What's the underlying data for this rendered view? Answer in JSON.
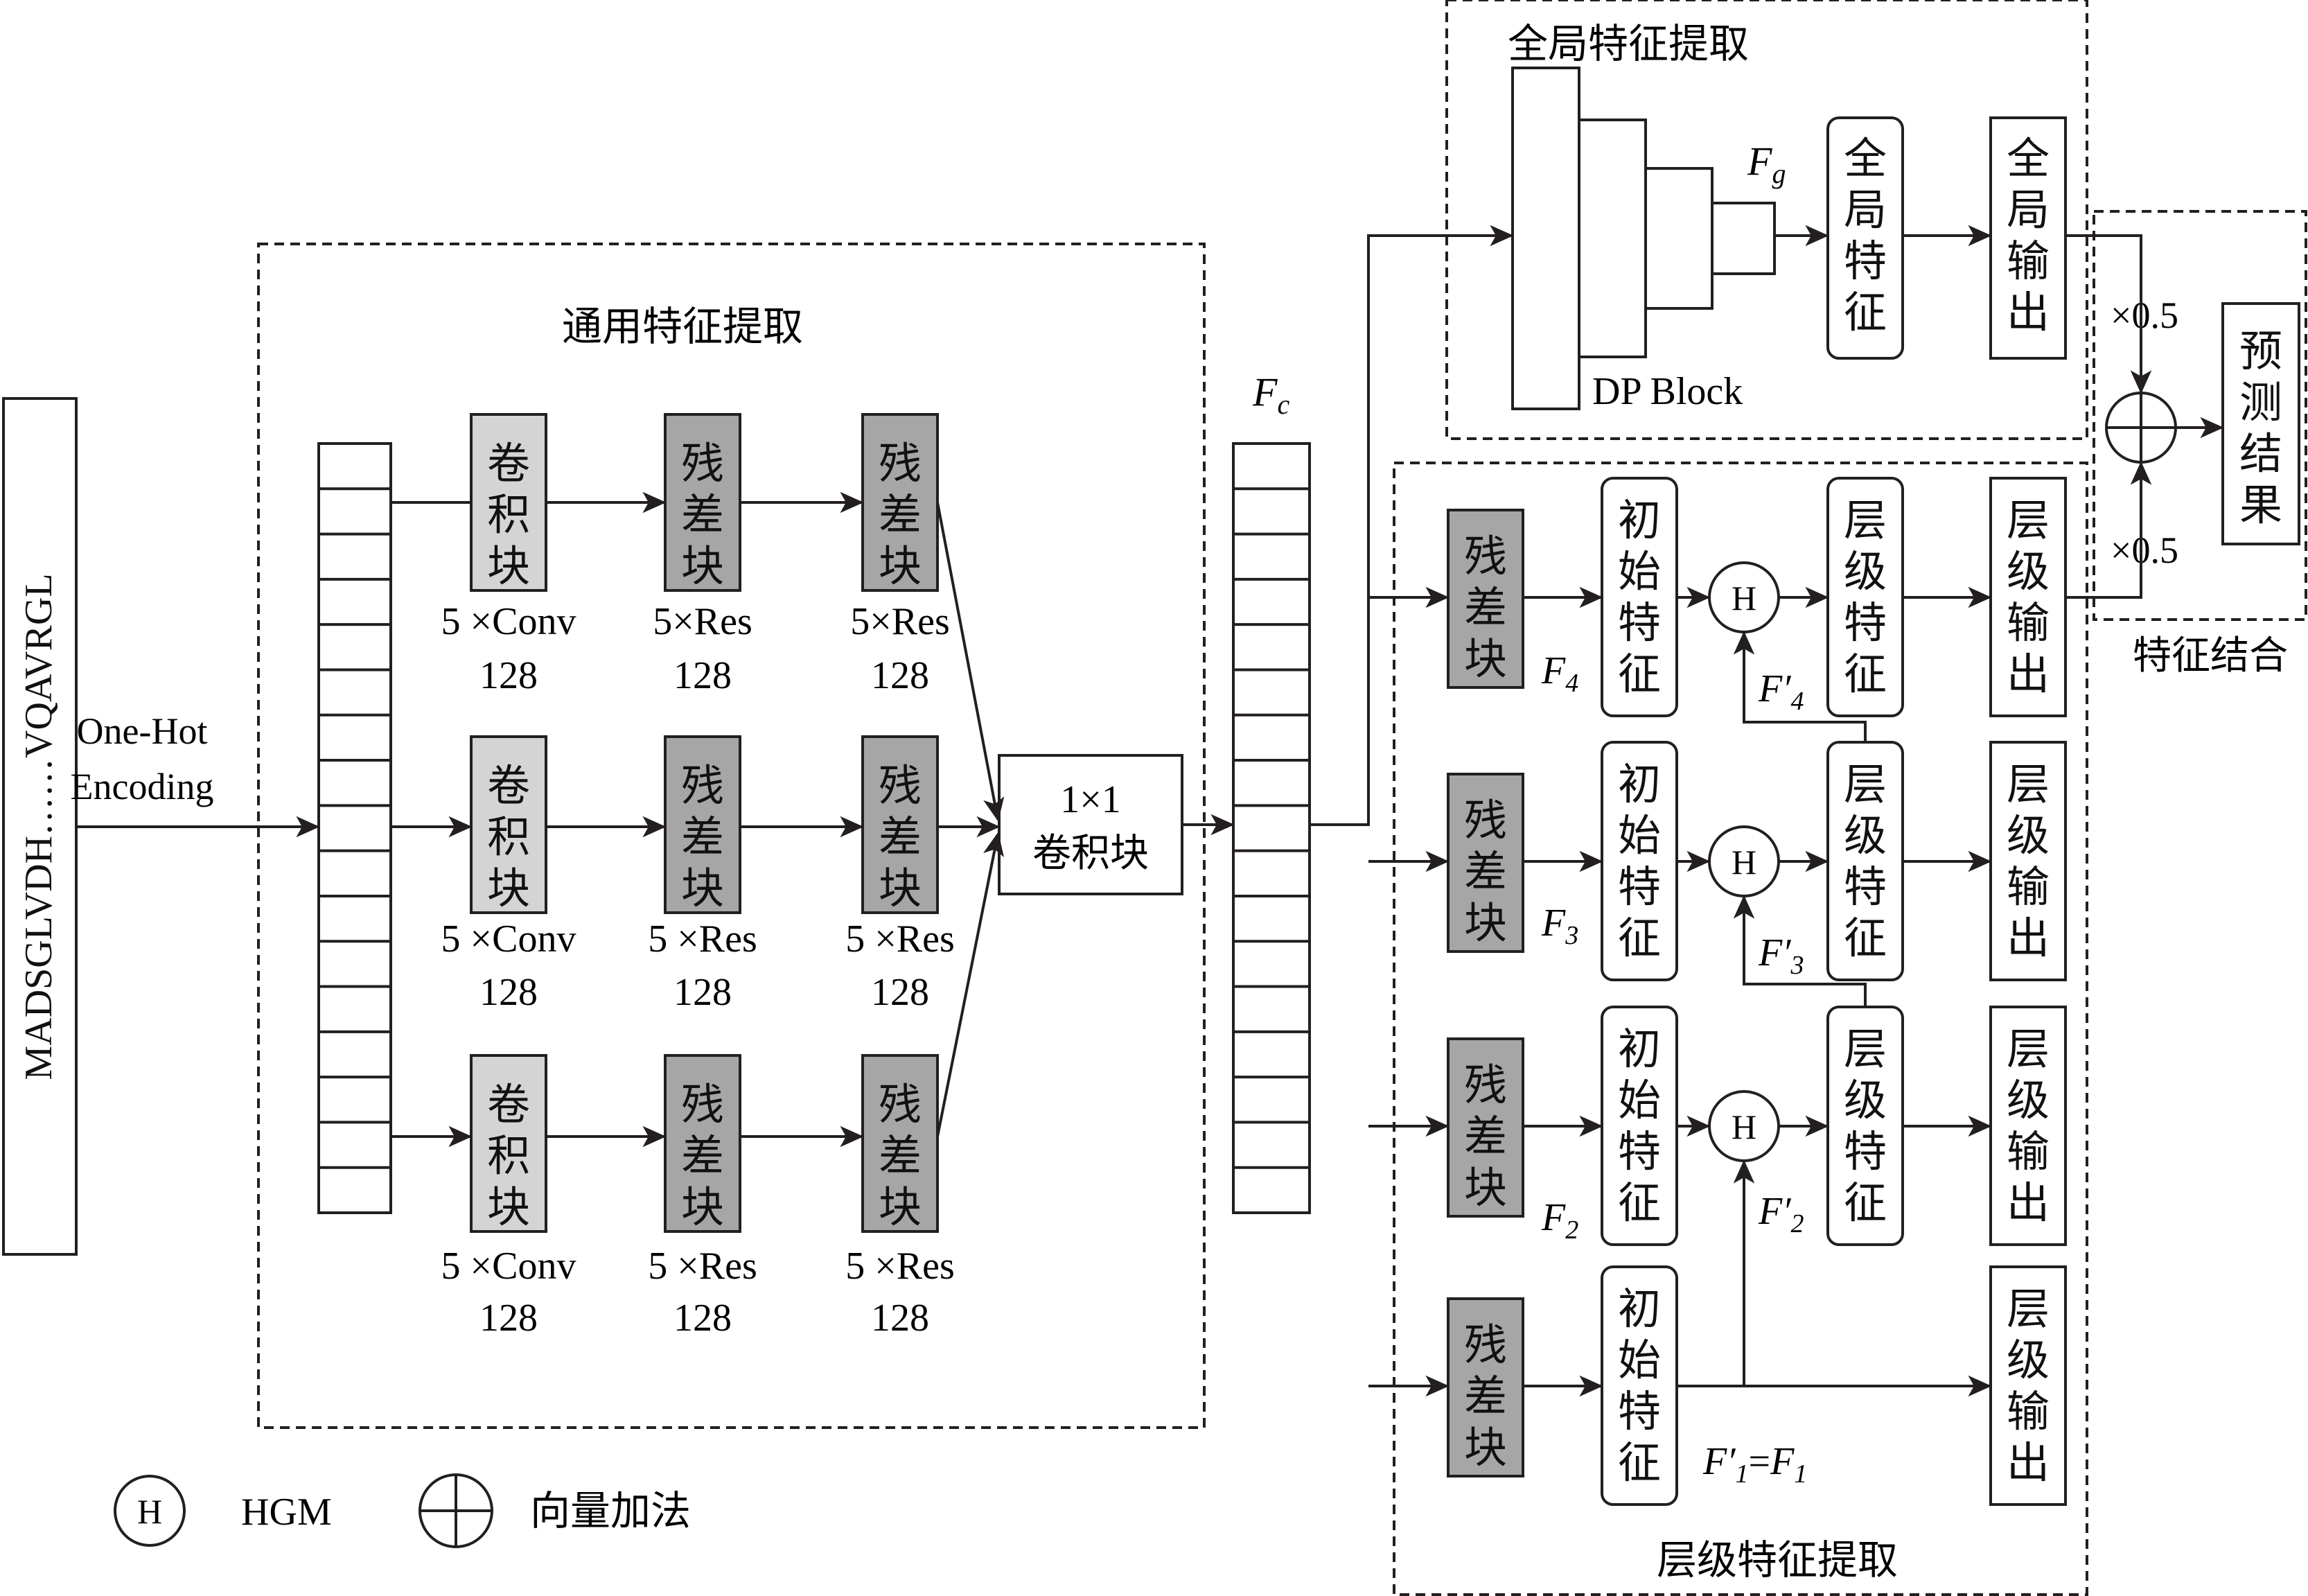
{
  "input_sequence": "MADSGLVDH……VQAVRGL",
  "encoding_label_1": "One-Hot",
  "encoding_label_2": "Encoding",
  "general": {
    "title": "通用特征提取",
    "conv_block": [
      "卷",
      "积",
      "块"
    ],
    "res_block": [
      "残",
      "差",
      "块"
    ],
    "branch1": {
      "conv_param": "5 ×Conv",
      "res1_param": "5×Res",
      "res2_param": "5×Res",
      "channels": "128"
    },
    "branch2": {
      "conv_param": "5 ×Conv",
      "res1_param": "5 ×Res",
      "res2_param": "5 ×Res",
      "channels": "128"
    },
    "branch3": {
      "conv_param": "5 ×Conv",
      "res1_param": "5 ×Res",
      "res2_param": "5 ×Res",
      "channels": "128"
    },
    "conv1x1_line1": "1×1",
    "conv1x1_line2": "卷积块"
  },
  "fc_label": {
    "main": "F",
    "sub": "c"
  },
  "global": {
    "title": "全局特征提取",
    "dp_block": "DP Block",
    "fg_label": {
      "main": "F",
      "sub": "g"
    },
    "feature_box": [
      "全",
      "局",
      "特",
      "征"
    ],
    "output_box": [
      "全",
      "局",
      "输",
      "出"
    ]
  },
  "hierarchical": {
    "title": "层级特征提取",
    "res_box": [
      "残",
      "差",
      "块"
    ],
    "initial_feature": [
      "初",
      "始",
      "特",
      "征"
    ],
    "level_feature": [
      "层",
      "级",
      "特",
      "征"
    ],
    "level_output": [
      "层",
      "级",
      "输",
      "出"
    ],
    "hgm_symbol": "H",
    "f_labels": [
      {
        "main": "F",
        "sub": "4"
      },
      {
        "main": "F",
        "sub": "3"
      },
      {
        "main": "F",
        "sub": "2"
      }
    ],
    "f_prime_labels": [
      {
        "main": "F′",
        "sub": "4"
      },
      {
        "main": "F′",
        "sub": "3"
      },
      {
        "main": "F′",
        "sub": "2"
      }
    ],
    "f1_label": {
      "a_main": "F′",
      "a_sub": "1",
      "eq": "=",
      "b_main": "F",
      "b_sub": "1"
    }
  },
  "combine": {
    "title": "特征结合",
    "weight_top": "×0.5",
    "weight_bottom": "×0.5",
    "result": [
      "预",
      "测",
      "结",
      "果"
    ]
  },
  "legend": {
    "hgm_symbol": "H",
    "hgm_label": "HGM",
    "add_label": "向量加法"
  },
  "colors": {
    "line": "#231f20",
    "conv_fill": "#d4d4d4",
    "res_fill": "#a6a6a6",
    "background": "#ffffff"
  }
}
